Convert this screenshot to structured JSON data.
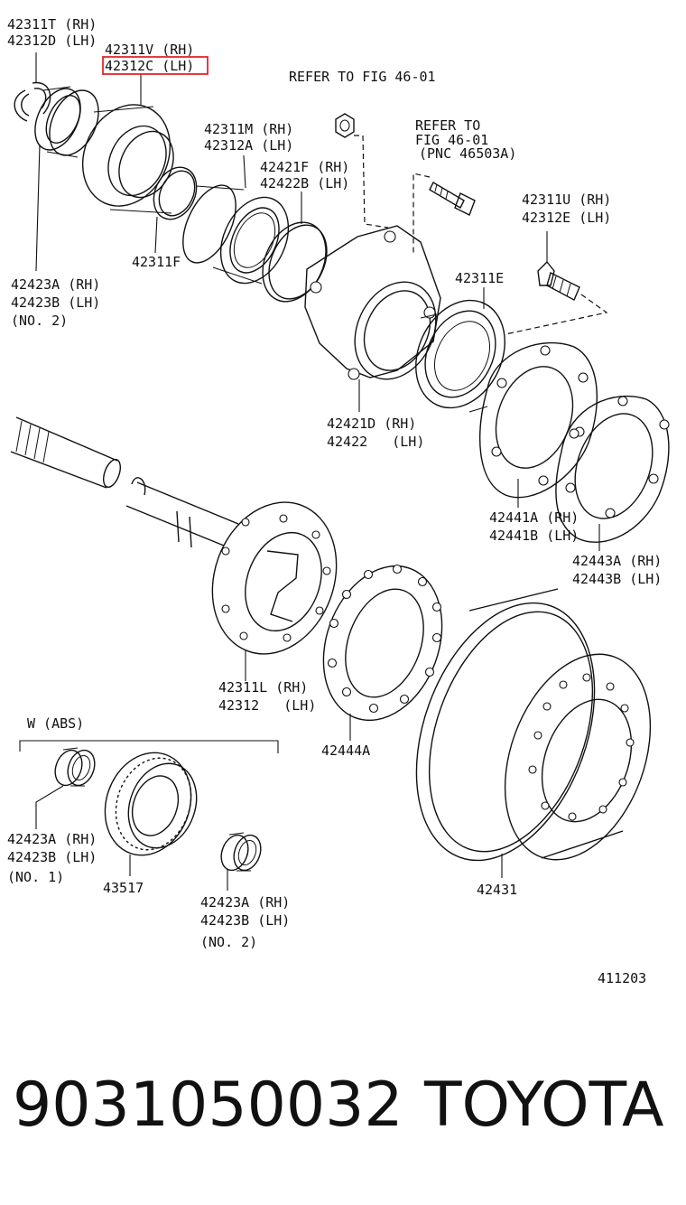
{
  "labels": {
    "l_42311T": "42311T (RH)",
    "l_42312D": "42312D (LH)",
    "l_42311V": "42311V (RH)",
    "l_42312C": "42312C (LH)",
    "l_refer1": "REFER TO FIG 46-01",
    "l_refer2a": "REFER TO",
    "l_refer2b": "FIG 46-01",
    "l_refer2c": "(PNC 46503A)",
    "l_42311M": "42311M (RH)",
    "l_42312A": "42312A (LH)",
    "l_42421F": "42421F (RH)",
    "l_42422B": "42422B (LH)",
    "l_42311U": "42311U (RH)",
    "l_42312E": "42312E (LH)",
    "l_42311F": "42311F",
    "l_42423A_top": "42423A (RH)",
    "l_42423B_top": "42423B (LH)",
    "l_no2_top": "(NO. 2)",
    "l_42311E": "42311E",
    "l_42421D": "42421D (RH)",
    "l_42422": "42422   (LH)",
    "l_42441A": "42441A (RH)",
    "l_42441B": "42441B (LH)",
    "l_42443A": "42443A (RH)",
    "l_42443B": "42443B (LH)",
    "l_42311L": "42311L (RH)",
    "l_42312": "42312   (LH)",
    "l_wabs": "W (ABS)",
    "l_42444A": "42444A",
    "l_42423A_l": "42423A (RH)",
    "l_42423B_l": "42423B (LH)",
    "l_no1": "(NO. 1)",
    "l_43517": "43517",
    "l_42423A_r": "42423A (RH)",
    "l_42423B_r": "42423B (LH)",
    "l_no2_r": "(NO. 2)",
    "l_42431": "42431",
    "l_fig": "411203"
  },
  "footer": {
    "part_number": "9031050032",
    "brand": "TOYOTA"
  },
  "highlight_color": "#e0262b"
}
